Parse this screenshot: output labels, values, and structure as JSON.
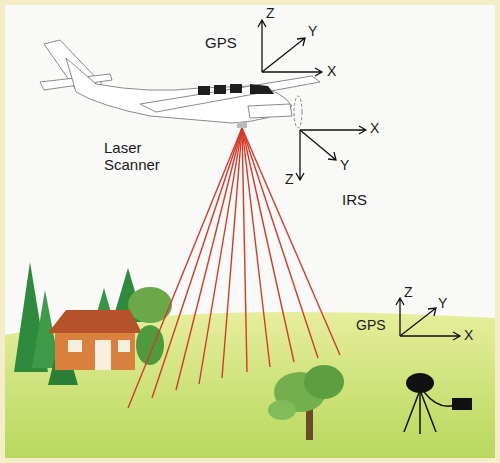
{
  "diagram": {
    "labels": [
      "GPS",
      "Z",
      "Y",
      "X",
      "Laser Scanner",
      "X",
      "Y",
      "Z",
      "IRS",
      "Z",
      "Y",
      "GPS",
      "X"
    ]
  }
}
